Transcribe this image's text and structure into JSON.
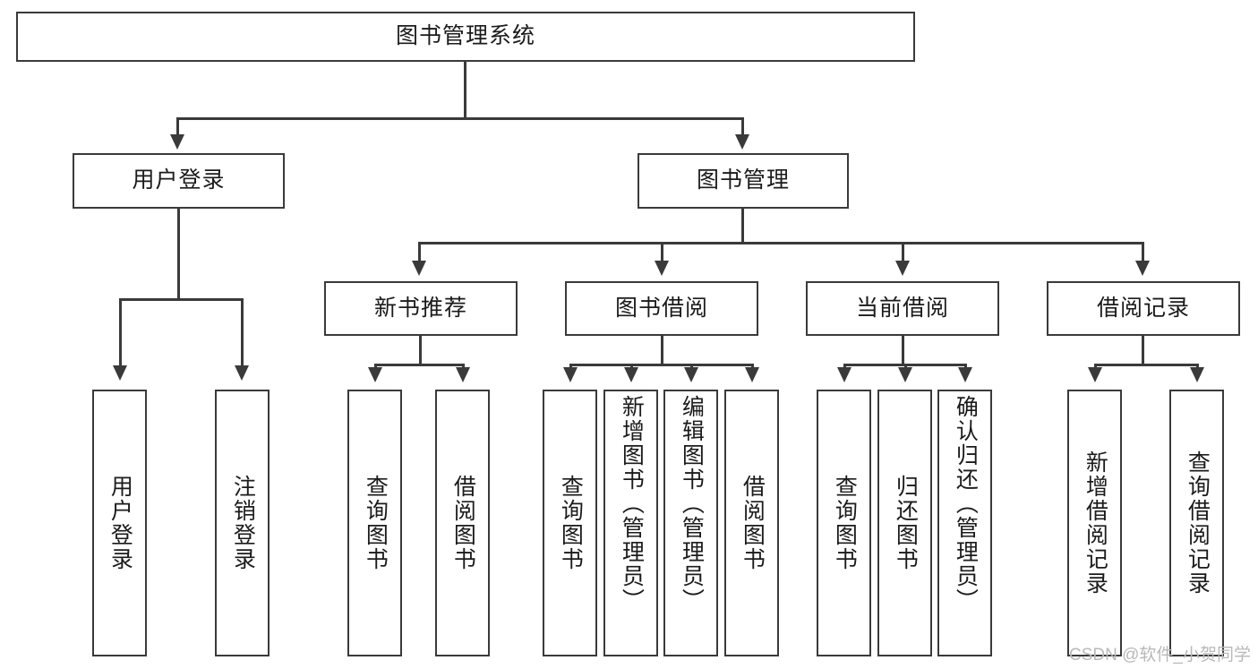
{
  "diagram": {
    "title": "图书管理系统",
    "type": "tree",
    "root": {
      "label": "图书管理系统",
      "children": [
        {
          "label": "用户登录",
          "children": [
            {
              "label": "用户登录"
            },
            {
              "label": "注销登录"
            }
          ]
        },
        {
          "label": "图书管理",
          "children": [
            {
              "label": "新书推荐",
              "children": [
                {
                  "label": "查询图书"
                },
                {
                  "label": "借阅图书"
                }
              ]
            },
            {
              "label": "图书借阅",
              "children": [
                {
                  "label": "查询图书"
                },
                {
                  "label": "新增图书（管理员）"
                },
                {
                  "label": "编辑图书（管理员）"
                },
                {
                  "label": "借阅图书"
                }
              ]
            },
            {
              "label": "当前借阅",
              "children": [
                {
                  "label": "查询图书"
                },
                {
                  "label": "归还图书"
                },
                {
                  "label": "确认归还（管理员）"
                }
              ]
            },
            {
              "label": "借阅记录",
              "children": [
                {
                  "label": "新增借阅记录"
                },
                {
                  "label": "查询借阅记录"
                }
              ]
            }
          ]
        }
      ]
    }
  },
  "nodes": {
    "root": "图书管理系统",
    "l1_user_login": "用户登录",
    "l1_book_manage": "图书管理",
    "l2_new_book_rec": "新书推荐",
    "l2_book_borrow": "图书借阅",
    "l2_current_borrow": "当前借阅",
    "l2_borrow_record": "借阅记录",
    "leaf_user_login": "用户登录",
    "leaf_logout": "注销登录",
    "leaf_rec_query_book": "查询图书",
    "leaf_rec_borrow_book": "借阅图书",
    "leaf_bb_query_book": "查询图书",
    "leaf_bb_add_book": "新增图书（管理员）",
    "leaf_bb_edit_book": "编辑图书（管理员）",
    "leaf_bb_borrow_book": "借阅图书",
    "leaf_cb_query_book": "查询图书",
    "leaf_cb_return_book": "归还图书",
    "leaf_cb_confirm_return": "确认归还（管理员）",
    "leaf_br_add_record": "新增借阅记录",
    "leaf_br_query_record": "查询借阅记录"
  },
  "watermark": {
    "text": "CSDN @软件_小贺同学"
  },
  "colors": {
    "stroke": "#3a3a3a",
    "text": "#1b1b1b",
    "background": "#ffffff",
    "watermark": "#b9b9b9"
  }
}
